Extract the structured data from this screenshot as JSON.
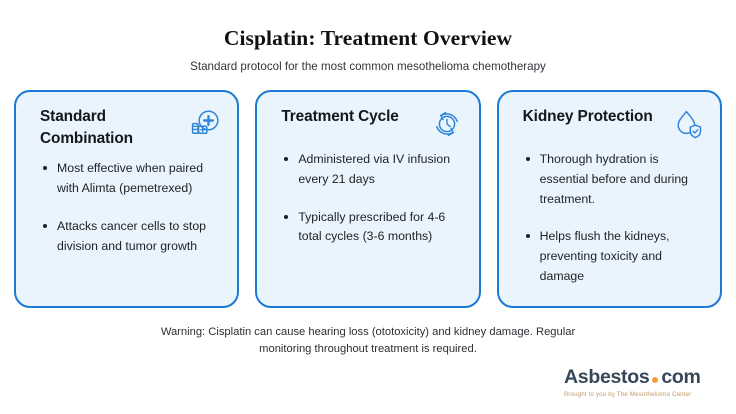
{
  "header": {
    "title": "Cisplatin: Treatment Overview",
    "subtitle": "Standard protocol for the most common mesothelioma chemotherapy"
  },
  "theme": {
    "card_bg": "#e9f4fd",
    "card_border": "#1a7ad4",
    "icon_color": "#2f86d8",
    "text": "#1e2025",
    "logo_navy": "#37475a",
    "logo_orange": "#f2a03d",
    "logo_tagline_color": "#c09a6b",
    "page_bg": "#ffffff"
  },
  "cards": [
    {
      "title": "Standard Combination",
      "icon": "medication-plus-icon",
      "bullets": [
        "Most effective when paired with Alimta (pemetrexed)",
        "Attacks cancer cells to stop division and tumor growth"
      ]
    },
    {
      "title": "Treatment Cycle",
      "icon": "clock-cycle-icon",
      "bullets": [
        "Administered via IV infusion every 21 days",
        "Typically prescribed for 4-6 total cycles (3-6 months)"
      ]
    },
    {
      "title": "Kidney Protection",
      "icon": "droplet-shield-check-icon",
      "bullets": [
        "Thorough hydration is essential before and during treatment.",
        "Helps flush the kidneys, preventing toxicity and damage"
      ]
    }
  ],
  "footer": {
    "warning": "Warning: Cisplatin can cause hearing loss (ototoxicity) and kidney damage. Regular monitoring throughout treatment is required.",
    "logo": {
      "name": "Asbestos",
      "suffix": "com",
      "separator": ".",
      "tagline": "Brought to you by The Mesothelioma Center"
    }
  }
}
